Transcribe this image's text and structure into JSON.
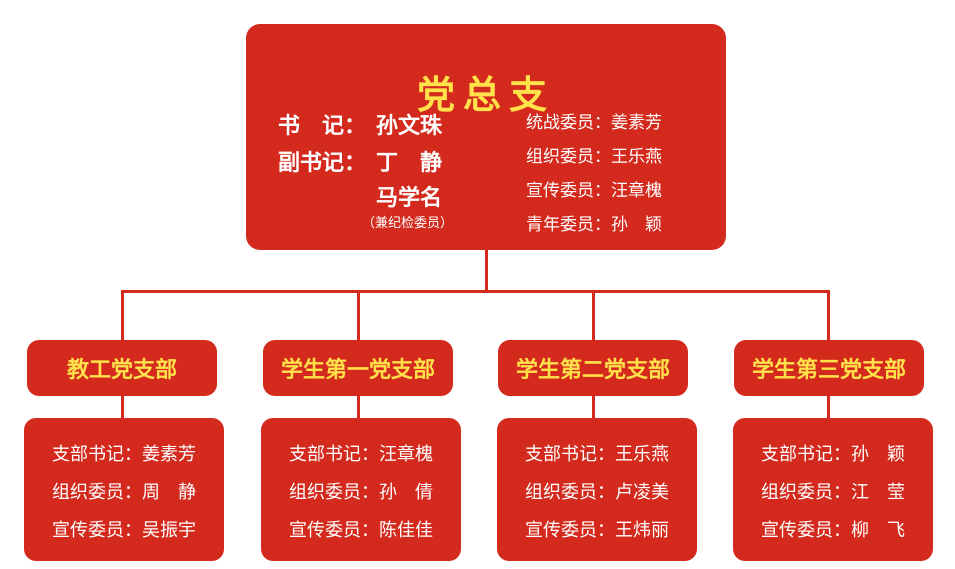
{
  "top": {
    "title": "党总支",
    "secretary_label": "书　记：",
    "secretary_name": "孙文珠",
    "deputy_label": "副书记：",
    "deputy_names": [
      "丁　静",
      "马学名"
    ],
    "deputy_note": "（兼纪检委员）",
    "committee": [
      {
        "role": "统战委员：",
        "name": "姜素芳"
      },
      {
        "role": "组织委员：",
        "name": "王乐燕"
      },
      {
        "role": "宣传委员：",
        "name": "汪章槐"
      },
      {
        "role": "青年委员：",
        "name": "孙　颖"
      }
    ]
  },
  "branches": [
    {
      "title": "教工党支部",
      "members": [
        {
          "role": "支部书记：",
          "name": "姜素芳"
        },
        {
          "role": "组织委员：",
          "name": "周　静"
        },
        {
          "role": "宣传委员：",
          "name": "吴振宇"
        }
      ]
    },
    {
      "title": "学生第一党支部",
      "members": [
        {
          "role": "支部书记：",
          "name": "汪章槐"
        },
        {
          "role": "组织委员：",
          "name": "孙　倩"
        },
        {
          "role": "宣传委员：",
          "name": "陈佳佳"
        }
      ]
    },
    {
      "title": "学生第二党支部",
      "members": [
        {
          "role": "支部书记：",
          "name": "王乐燕"
        },
        {
          "role": "组织委员：",
          "name": "卢凌美"
        },
        {
          "role": "宣传委员：",
          "name": "王炜丽"
        }
      ]
    },
    {
      "title": "学生第三党支部",
      "members": [
        {
          "role": "支部书记：",
          "name": "孙　颖"
        },
        {
          "role": "组织委员：",
          "name": "江　莹"
        },
        {
          "role": "宣传委员：",
          "name": "柳　飞"
        }
      ]
    }
  ],
  "colors": {
    "box": "#d42a1e",
    "title_text": "#ffe14a",
    "body_text": "#ffffff"
  }
}
